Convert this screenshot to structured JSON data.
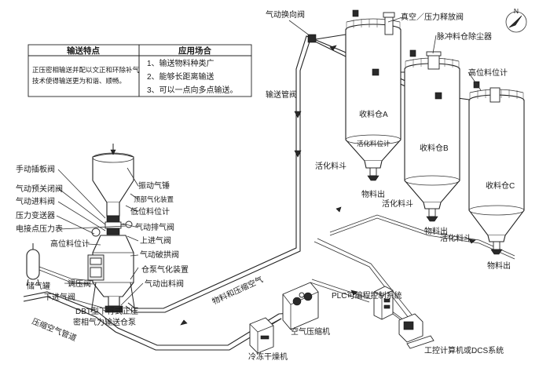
{
  "features_table": {
    "header_left": "输送特点",
    "header_right": "应用场合",
    "left_lines": [
      "正压密相输送并配以文正和环除补气",
      "技术使得输送更为和谐、顺畅。"
    ],
    "right_lines": [
      "1、输送物料种类广",
      "2、能够长距离输送",
      "3、可以一点向多点输送。"
    ]
  },
  "labels": {
    "pneumatic_diverter_valve": "气动换向阀",
    "vacuum_pressure_relief_valve": "真空／压力释放阀",
    "pulse_dust_collector": "脉冲料仓除尘器",
    "high_level_gauge_right": "高位料位计",
    "conveying_pipe": "输送管阀",
    "silo_a": "收料仓A",
    "silo_b": "收料仓B",
    "silo_c": "收料仓C",
    "level_gauge_silo_a": "活化料位计",
    "activation_hopper_a": "活化料斗",
    "activation_hopper_b": "活化料斗",
    "activation_hopper_c": "活化料斗",
    "discharge_a": "物料出",
    "discharge_b": "物料出",
    "discharge_c": "物料出",
    "manual_gate_valve": "手动插板阀",
    "pneumatic_pre_close_valve": "气动预关闭阀",
    "pneumatic_feed_valve": "气动进料阀",
    "pressure_transmitter": "压力变送器",
    "contact_pressure_gauge": "电接点压力表",
    "high_level_gauge_pump": "高位料位计",
    "air_receiver": "储气罐",
    "pressure_regulating_valve": "调压阀",
    "lower_inlet_valve": "下进气阀",
    "vibrating_hammer": "振动气锤",
    "top_aeration_device": "顶部气化装置",
    "low_level_gauge": "低位料位计",
    "pneumatic_exhaust_valve": "气动排气阀",
    "upper_inlet_valve": "上进气阀",
    "pneumatic_arch_breaking_valve": "气动破拱阀",
    "pump_aeration_device": "仓泵气化装置",
    "pneumatic_discharge_valve": "气动出料阀",
    "pump_model_line1": "DBT型下行式正压",
    "pump_model_line2": "密相气力输送仓泵",
    "material_and_compressed_air": "物料和压缩空气",
    "compressed_air_pipe": "压缩空气管道",
    "air_compressor": "空气压缩机",
    "freeze_dryer": "冷冻干燥机",
    "plc_system": "PLC可编程控制系统",
    "ipc_dcs": "工控计算机或DCS系统",
    "north_mark": "N"
  },
  "colors": {
    "line": "#222222",
    "background": "#ffffff",
    "panel_fill": "#e8e8e8"
  }
}
